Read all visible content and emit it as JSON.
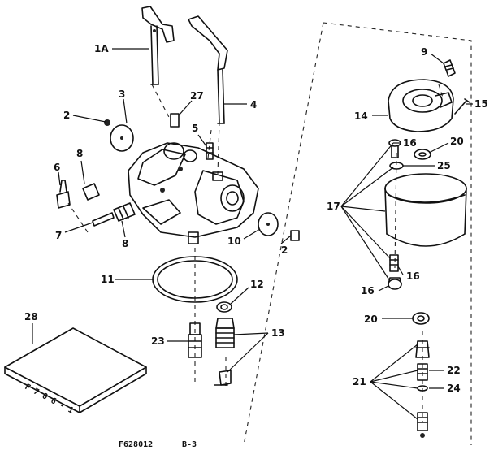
{
  "labels": {
    "p1a": "1A",
    "p2a": "2",
    "p2b": "2",
    "p3": "3",
    "p4": "4",
    "p5": "5",
    "p6": "6",
    "p7": "7",
    "p8a": "8",
    "p8b": "8",
    "p9": "9",
    "p10": "10",
    "p11": "11",
    "p12": "12",
    "p13": "13",
    "p14": "14",
    "p15": "15",
    "p16a": "16",
    "p16b": "16",
    "p16c": "16",
    "p17": "17",
    "p20a": "20",
    "p20b": "20",
    "p21": "21",
    "p22": "22",
    "p23": "23",
    "p24": "24",
    "p25": "25",
    "p27": "27",
    "p28": "28"
  },
  "footer": {
    "drawing_code": "F628012",
    "page": "B-3"
  }
}
